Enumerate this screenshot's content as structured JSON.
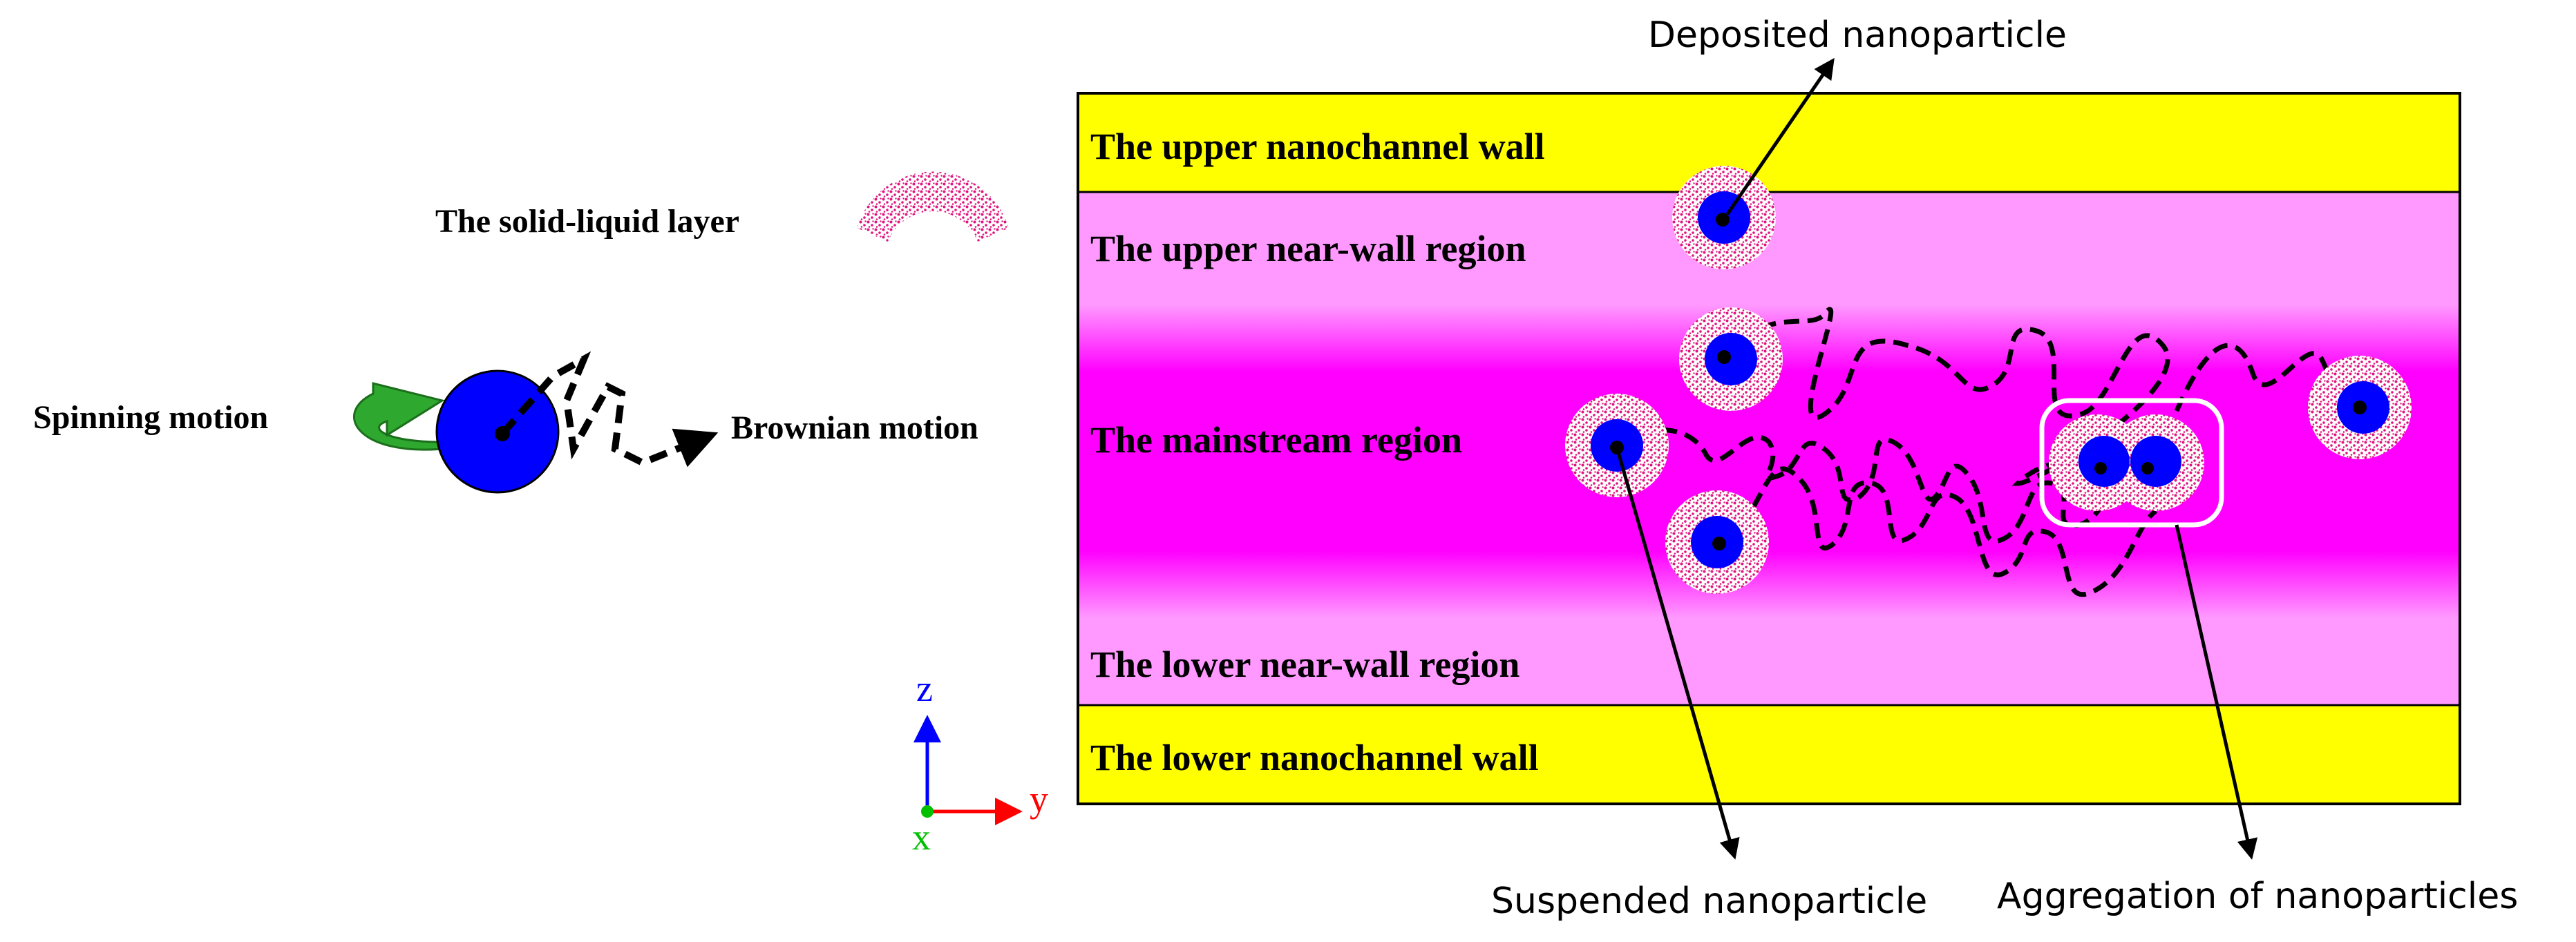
{
  "legend": {
    "solid_liquid_layer": "The solid-liquid layer",
    "spinning_motion": "Spinning motion",
    "brownian_motion": "Brownian motion"
  },
  "axes": {
    "z": "z",
    "y": "y",
    "x": "x"
  },
  "regions": {
    "upper_wall": "The upper nanochannel wall",
    "upper_near_wall": "The upper near-wall region",
    "mainstream": "The mainstream region",
    "lower_near_wall": "The lower near-wall region",
    "lower_wall": "The lower nanochannel wall"
  },
  "callouts": {
    "deposited": "Deposited nanoparticle",
    "suspended": "Suspended nanoparticle",
    "aggregation": "Aggregation of nanoparticles"
  },
  "colors": {
    "wall": "#ffff00",
    "near_wall": "#ff99ff",
    "mainstream": "#ff00ff",
    "particle": "#0000ff",
    "shell_dots": "#e0147e",
    "spin_arrow": "#2ea82e",
    "axis_z": "#0000ff",
    "axis_y": "#ff0000",
    "axis_x": "#00c000"
  }
}
